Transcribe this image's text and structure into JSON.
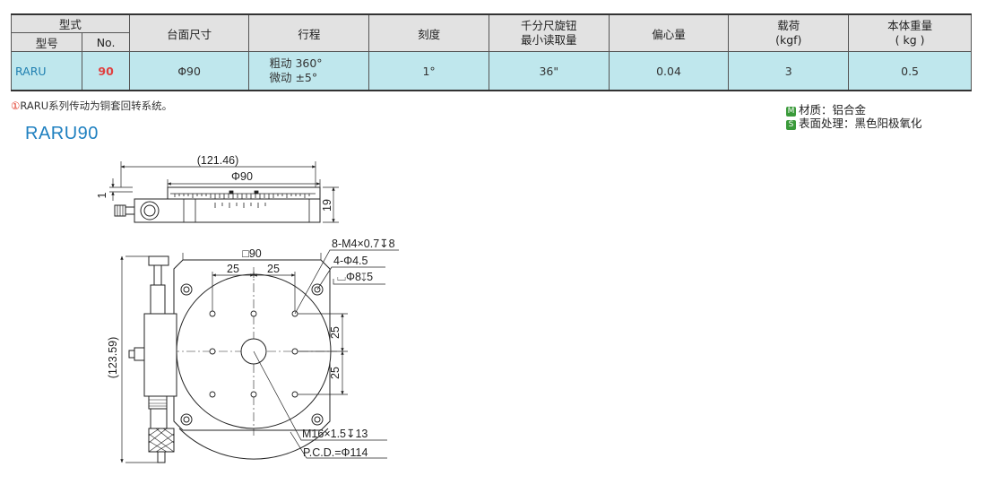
{
  "table": {
    "header": {
      "type": "型式",
      "model": "型号",
      "no": "No.",
      "table_size": "台面尺寸",
      "travel": "行程",
      "scale": "刻度",
      "knob_line1": "千分尺旋钮",
      "knob_line2": "最小读取量",
      "eccentricity": "偏心量",
      "load_line1": "载荷",
      "load_line2": "(kgf)",
      "weight_line1": "本体重量",
      "weight_line2": "( kg )"
    },
    "row": {
      "model": "RARU",
      "no": "90",
      "table_size": "Φ90",
      "travel_coarse": "粗动  360°",
      "travel_fine": "微动   ±5°",
      "scale": "1°",
      "knob": "36\"",
      "eccentricity": "0.04",
      "load": "3",
      "weight": "0.5"
    }
  },
  "note": {
    "mark": "①",
    "text": "RARU系列传动为铜套回转系统。"
  },
  "material": {
    "m_badge": "M",
    "m_text": "材质：铝合金",
    "s_badge": "S",
    "s_text": "表面处理：黑色阳极氧化"
  },
  "drawing": {
    "title": "RARU90",
    "dim_overall_width": "(121.46)",
    "dim_table_dia": "Φ90",
    "dim_offset": "1",
    "dim_height": "19",
    "dim_square": "□90",
    "dim_pitch_a": "25",
    "dim_pitch_b": "25",
    "dim_pitch_c": "25",
    "dim_pitch_d": "25",
    "dim_overall_height": "(123.59)",
    "callout_taps": "8-M4×0.7↧8",
    "callout_holes": "4-Φ4.5",
    "callout_cbore": "⌴Φ8↧5",
    "callout_center": "M16×1.5↧13",
    "callout_pcd": "P.C.D.=Φ114"
  },
  "colors": {
    "header_bg": "#e2e2e2",
    "row_bg": "#bfe7ed",
    "model_text": "#1f7fb0",
    "no_text": "#e04040",
    "title_text": "#1f80c0",
    "badge_bg": "#3a9a3a"
  }
}
